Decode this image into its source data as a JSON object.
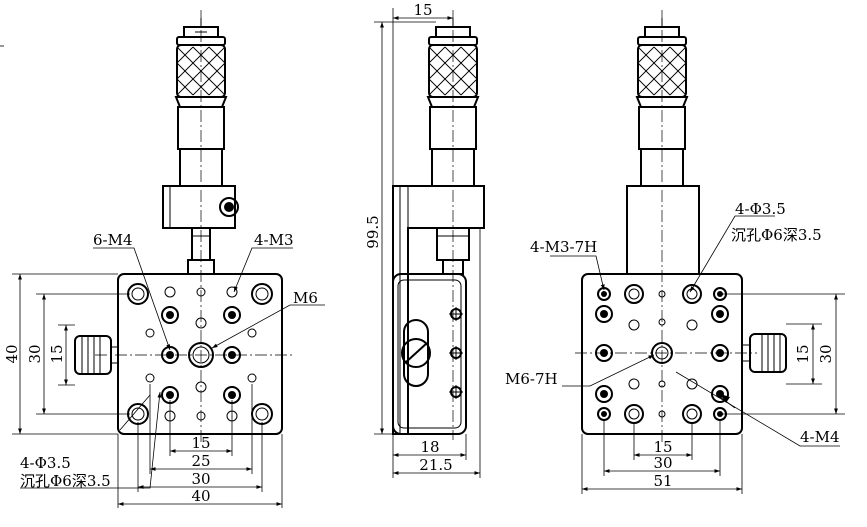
{
  "front_view": {
    "callouts": {
      "holes_6_m4": "6-M4",
      "holes_4_m3": "4-M3",
      "thread_m6": "M6",
      "counterbore_line1": "4-Φ3.5",
      "counterbore_line2": "沉孔Φ6深3.5"
    },
    "dimensions": {
      "dim_40_vertical": "40",
      "dim_30_vertical": "30",
      "dim_15_vertical": "15",
      "dim_15_horizontal": "15",
      "dim_25_horizontal": "25",
      "dim_30_horizontal": "30",
      "dim_40_horizontal": "40"
    }
  },
  "side_view": {
    "dimensions": {
      "dim_15_top": "15",
      "dim_99_5_height": "99.5",
      "dim_18_bottom": "18",
      "dim_21_5_bottom": "21.5"
    }
  },
  "rear_view": {
    "callouts": {
      "counterbore_line1": "4-Φ3.5",
      "counterbore_line2": "沉孔Φ6深3.5",
      "holes_4_m3_7h": "4-M3-7H",
      "thread_m6_7h": "M6-7H",
      "holes_4_m4": "4-M4"
    },
    "dimensions": {
      "dim_15_vertical": "15",
      "dim_30_vertical": "30",
      "dim_15_horizontal": "15",
      "dim_30_horizontal": "30",
      "dim_51_horizontal": "51"
    }
  }
}
